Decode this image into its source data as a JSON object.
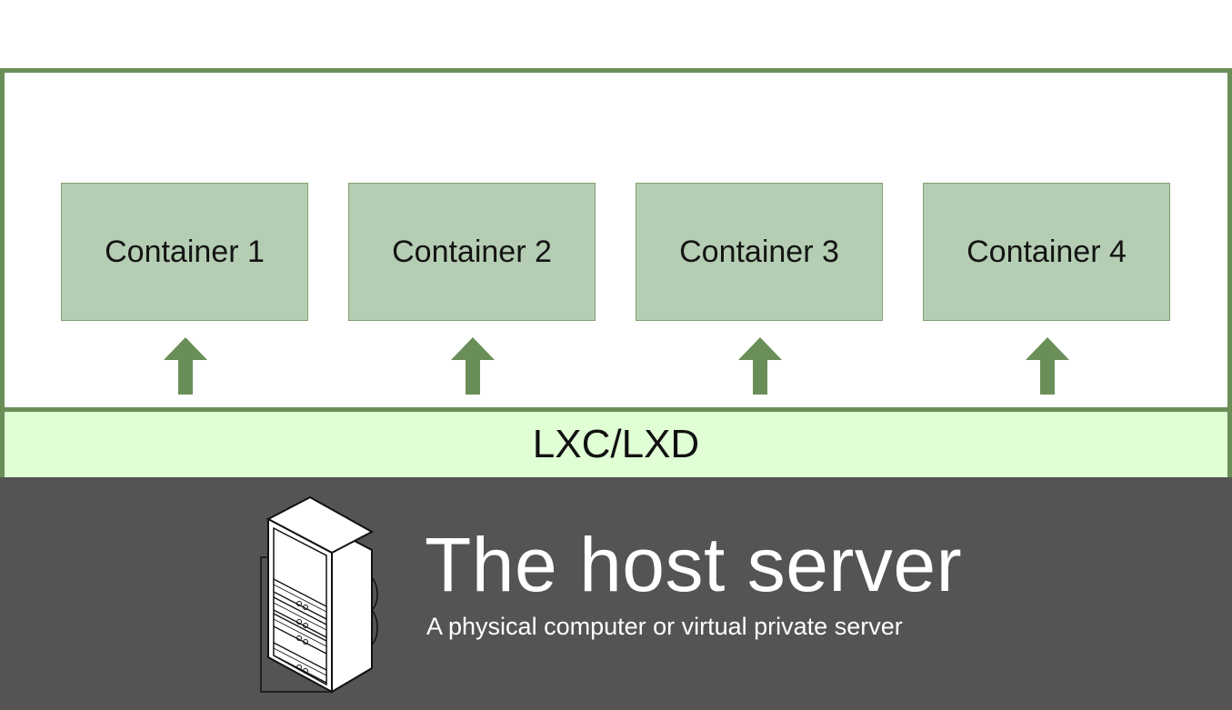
{
  "containers": [
    {
      "label": "Container 1"
    },
    {
      "label": "Container 2"
    },
    {
      "label": "Container 3"
    },
    {
      "label": "Container 4"
    }
  ],
  "runtime": {
    "label": "LXC/LXD"
  },
  "host": {
    "title": "The host server",
    "subtitle": "A physical computer or virtual private server",
    "icon": "server-rack-icon"
  },
  "colors": {
    "accent_green": "#6a8e58",
    "container_fill": "#b4cdb3",
    "runtime_fill": "#e0ffd5",
    "host_fill": "#545454"
  }
}
